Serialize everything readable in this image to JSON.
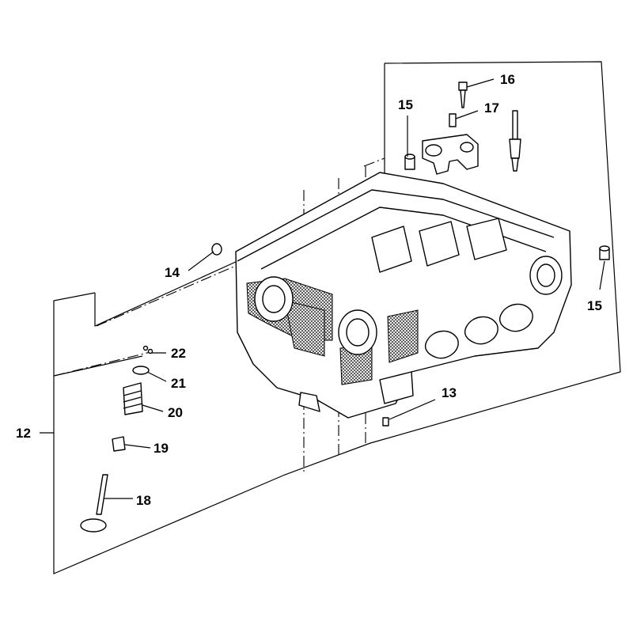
{
  "diagram": {
    "callouts": {
      "c12": "12",
      "c13": "13",
      "c14": "14",
      "c15a": "15",
      "c15b": "15",
      "c16": "16",
      "c17": "17",
      "c18": "18",
      "c19": "19",
      "c20": "20",
      "c21": "21",
      "c22": "22"
    }
  }
}
